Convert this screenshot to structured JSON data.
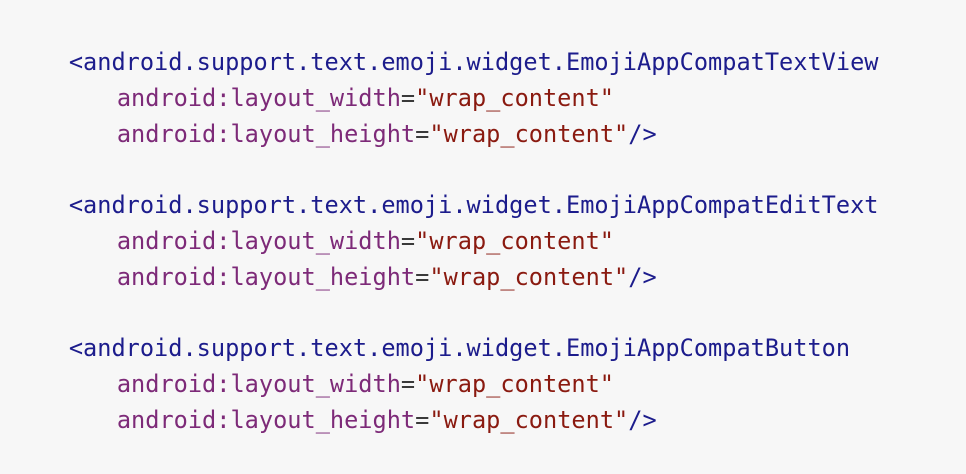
{
  "code": {
    "blocks": [
      {
        "tag_open": "<android.support.text.emoji.widget.EmojiAppCompatTextView",
        "attrs": [
          {
            "name": "android:layout_width",
            "eq": "=",
            "value": "\"wrap_content\"",
            "close": ""
          },
          {
            "name": "android:layout_height",
            "eq": "=",
            "value": "\"wrap_content\"",
            "close": "/>"
          }
        ]
      },
      {
        "tag_open": "<android.support.text.emoji.widget.EmojiAppCompatEditText",
        "attrs": [
          {
            "name": "android:layout_width",
            "eq": "=",
            "value": "\"wrap_content\"",
            "close": ""
          },
          {
            "name": "android:layout_height",
            "eq": "=",
            "value": "\"wrap_content\"",
            "close": "/>"
          }
        ]
      },
      {
        "tag_open": "<android.support.text.emoji.widget.EmojiAppCompatButton",
        "attrs": [
          {
            "name": "android:layout_width",
            "eq": "=",
            "value": "\"wrap_content\"",
            "close": ""
          },
          {
            "name": "android:layout_height",
            "eq": "=",
            "value": "\"wrap_content\"",
            "close": "/>"
          }
        ]
      }
    ]
  },
  "colors": {
    "background": "#f7f7f7",
    "tag": "#1c1c8c",
    "attribute": "#7d2a78",
    "string": "#8a1a10"
  }
}
